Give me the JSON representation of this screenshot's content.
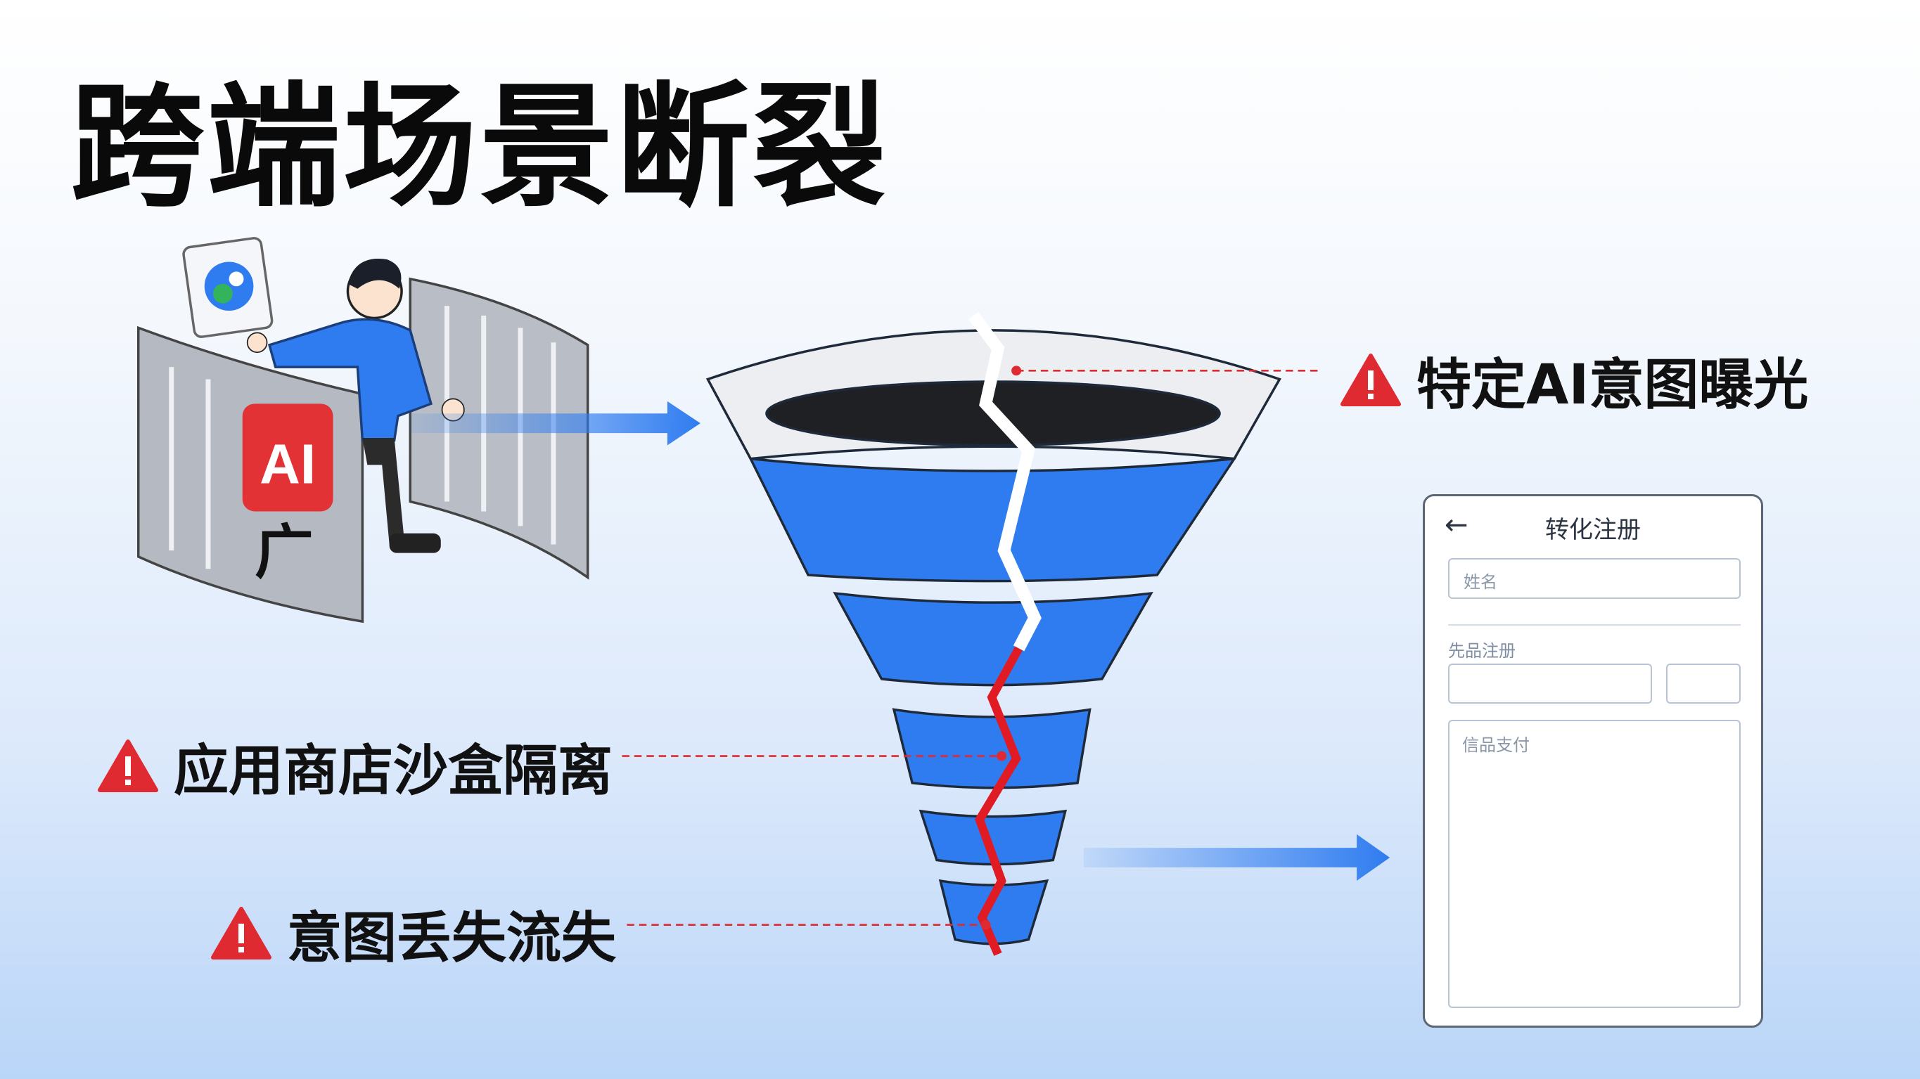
{
  "title": "跨端场景断裂",
  "ad_panel": {
    "badge": "AI",
    "caption": "广"
  },
  "labels": {
    "top": "特定AI意图曝光",
    "middle": "应用商店沙盒隔离",
    "bottom": "意图丢失流失"
  },
  "form": {
    "title": "转化注册",
    "back_icon": "arrow-left-icon",
    "field1_placeholder": "姓名",
    "section_label": "先品注册",
    "textarea_placeholder": "信品支付"
  },
  "colors": {
    "accent": "#2f7cf0",
    "warning": "#e02a32",
    "crack": "#e01b24"
  }
}
